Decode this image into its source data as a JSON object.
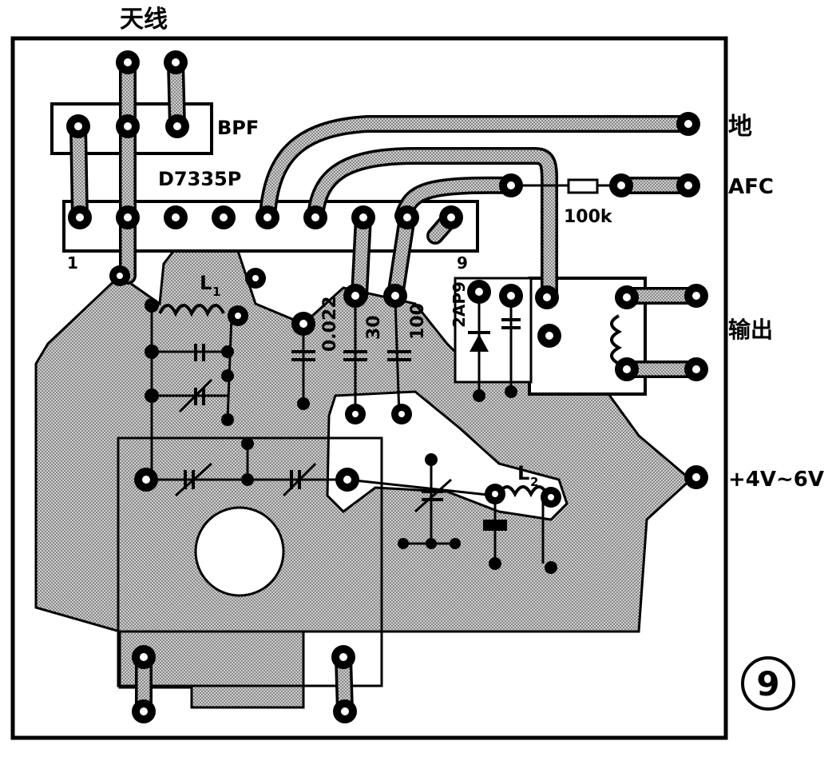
{
  "labels": {
    "antenna": "天线",
    "bpf": "BPF",
    "ic": "D7335P",
    "pin_first": "1",
    "pin_last": "9",
    "ground": "地",
    "afc": "AFC",
    "resistor": "100k",
    "output": "输出",
    "power": "+4V~6V",
    "inductor1": "L",
    "inductor1_sub": "1",
    "inductor2": "L",
    "inductor2_sub": "2",
    "cap_0022": "0.022",
    "cap_30": "30",
    "cap_100": "100",
    "diode": "2AP9",
    "figure_number": "9"
  },
  "colors": {
    "ink": "#000000",
    "paper": "#ffffff",
    "copper_fill": "#bdbdbd"
  }
}
